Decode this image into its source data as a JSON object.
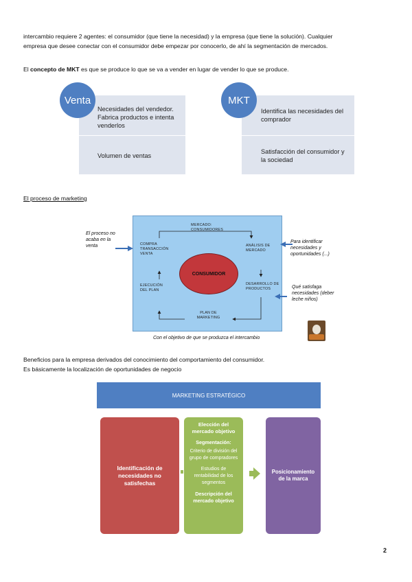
{
  "intro": {
    "line1": "intercambio requiere 2 agentes: el consumidor (que tiene la necesidad) y la empresa (que tiene la solución). Cualquier",
    "line2": "empresa que desee conectar con el consumidor debe empezar por conocerlo, de ahí la segmentación de mercados."
  },
  "concept": {
    "prefix": "El ",
    "bold": "concepto de MKT",
    "suffix": " es que se produce lo que se va a vender en lugar de vender lo que se produce."
  },
  "venta": {
    "circle": "Venta",
    "row1": "Necesidades del vendedor. Fabrica productos e intenta venderlos",
    "row2": "Volumen de ventas"
  },
  "mkt": {
    "circle": "MKT",
    "row1": "Identifica las necesidades del comprador",
    "row2": "Satisfacción del consumidor y la sociedad"
  },
  "process": {
    "title": "El proceso de marketing",
    "center": "CONSUMIDOR",
    "top": "MERCADO: CONSUMIDORES",
    "left_top": "COMPRA TRANSACCIÓN VENTA",
    "right_top": "ANÁLISIS DE MERCADO",
    "left_bottom": "EJECUCIÓN DEL PLAN",
    "right_bottom": "DESARROLLO DE PRODUCTOS",
    "bottom": "PLAN DE MARKETING",
    "note_left": "El proceso no acaba en la venta",
    "note_right1": "Para identificar necesidades y oportunidades (...)",
    "note_right2": "Qué satisfaga necesidades (deber leche niños)",
    "note_bottom": "Con el objetivo de que se produzca el intercambio"
  },
  "benefits": {
    "line1": "Beneficios para la empresa derivados del conocimiento del comportamiento del consumidor.",
    "line2": "Es básicamente la localización de oportunidades de negocio"
  },
  "strategy": {
    "banner": "MARKETING ESTRATÉGICO",
    "card1": "Identificación de necesidades no satisfechas",
    "card2_title": "Elección del mercado objetivo",
    "card2_seg": "Segmentación:",
    "card2_c1": "Criterio de división del grupo de compradores",
    "card2_c2": "Estudios de rentabilidad de los segmentos",
    "card2_desc": "Descripción del mercado objetivo",
    "card3": "Posicionamiento de la marca"
  },
  "page_number": "2"
}
